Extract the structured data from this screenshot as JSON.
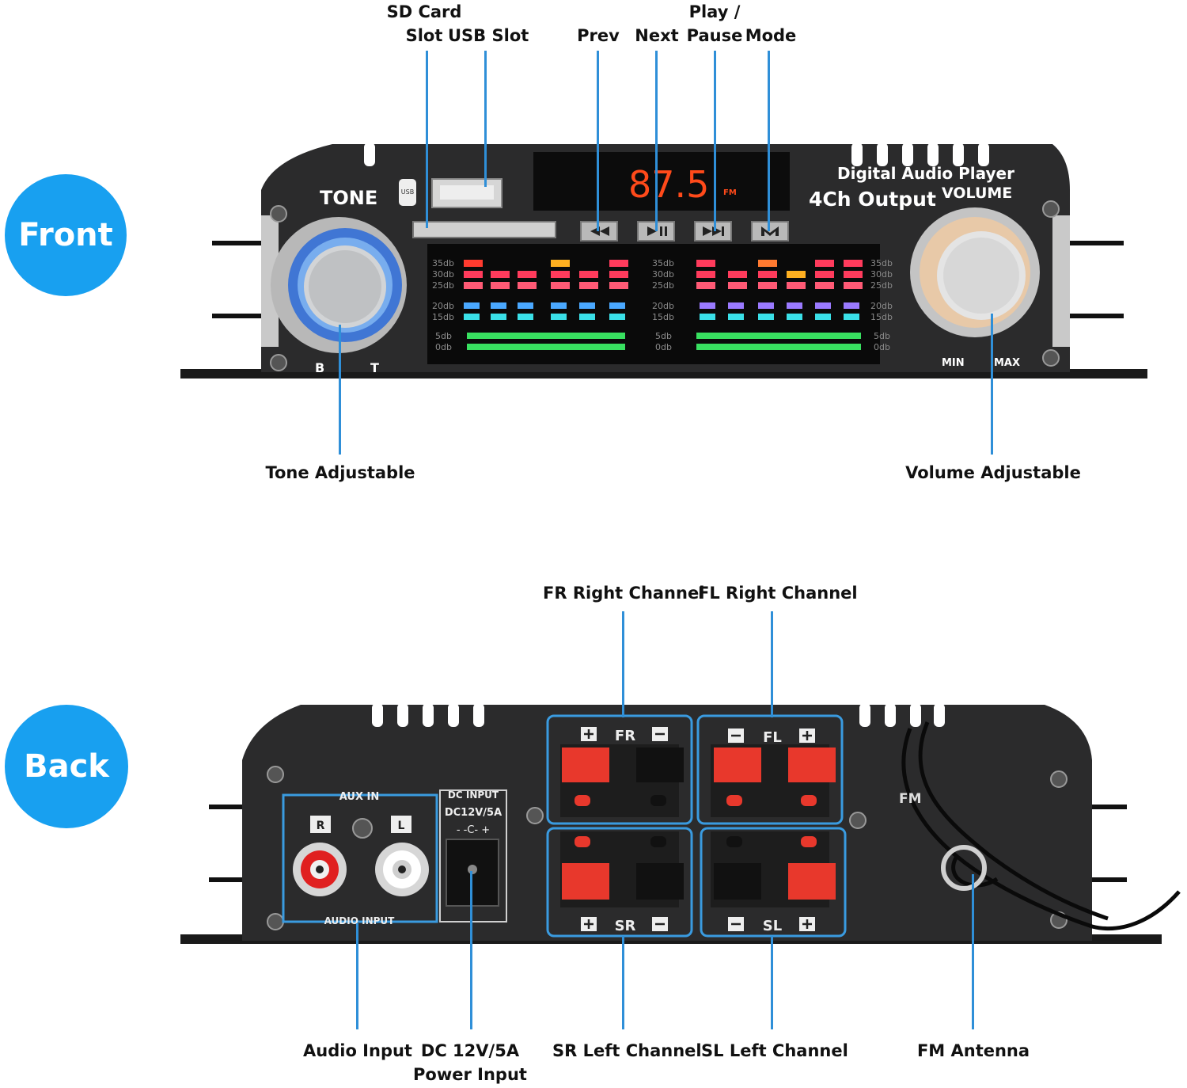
{
  "badges": {
    "front": "Front",
    "back": "Back"
  },
  "front": {
    "callouts": {
      "sd_card": [
        "SD Card",
        "Slot"
      ],
      "usb_slot": "USB Slot",
      "prev": "Prev",
      "next": "Next",
      "play_pause": [
        "Play /",
        "Pause"
      ],
      "mode": "Mode",
      "tone_adjustable": "Tone Adjustable",
      "volume_adjustable": "Volume Adjustable"
    },
    "panel": {
      "tone": "TONE",
      "tone_b": "B",
      "tone_t": "T",
      "usb_icon": "USB",
      "display_value": "87.5",
      "display_band": "FM",
      "brand_line1": "Digital Audio Player",
      "brand_line2": "4Ch Output",
      "volume": "VOLUME",
      "min": "MIN",
      "max": "MAX",
      "db_labels": [
        "35db",
        "30db",
        "25db",
        "20db",
        "15db",
        "5db",
        "0db"
      ]
    }
  },
  "back": {
    "callouts": {
      "fr_right": "FR Right Channel",
      "fl_right": "FL Right Channel",
      "audio_input": "Audio Input",
      "dc_power": [
        "DC 12V/5A",
        "Power Input"
      ],
      "sr_left": "SR Left Channel",
      "sl_left": "SL Left Channel",
      "fm_antenna": "FM Antenna"
    },
    "panel": {
      "aux_in": "AUX IN",
      "audio_input": "AUDIO INPUT",
      "r": "R",
      "l": "L",
      "dc_input": "DC INPUT",
      "dc_rating": "DC12V/5A",
      "fr": "FR",
      "fl": "FL",
      "sr": "SR",
      "sl": "SL",
      "fm_label": "FM"
    }
  },
  "colors": {
    "accent": "#18a0f0",
    "callout_line": "#2f8fd8",
    "panel": "#2b2b2c",
    "display_red": "#ff4a1a"
  }
}
